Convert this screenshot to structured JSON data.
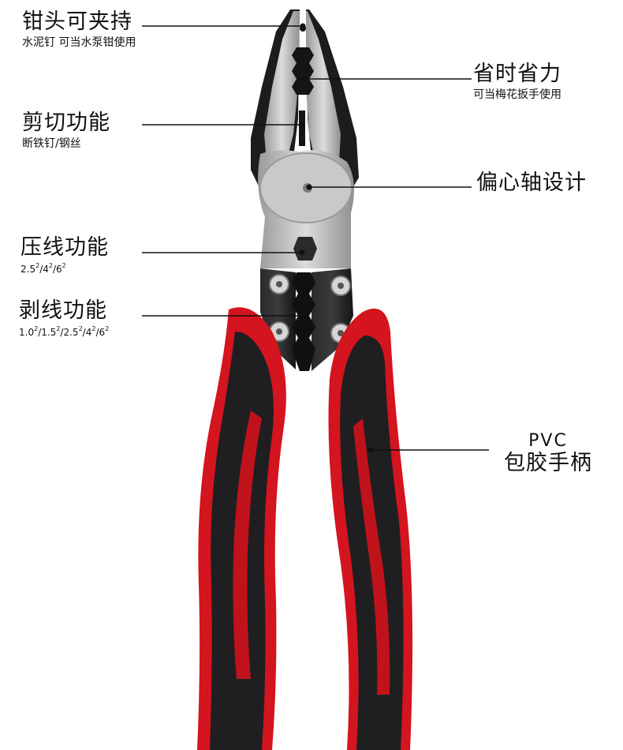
{
  "colors": {
    "red": "#d4141e",
    "dark_red": "#8e0e14",
    "black": "#1a1a1c",
    "steel": "#bdbdbd",
    "steel_dark": "#8a8a8a",
    "line": "#111111"
  },
  "labels": {
    "tip_clamp": {
      "title": "钳头可夹持",
      "sub": "水泥钉 可当水泵钳使用"
    },
    "save_effort": {
      "title": "省时省力",
      "sub": "可当梅花扳手使用"
    },
    "cutting": {
      "title": "剪切功能",
      "sub": "断铁钉/钢丝"
    },
    "eccentric": {
      "title": "偏心轴设计"
    },
    "crimping": {
      "title": "压线功能",
      "sub_base": "2.5",
      "sub_mid1": "/4",
      "sub_mid2": "/6",
      "sup": "2"
    },
    "stripping": {
      "title": "剥线功能",
      "sub_a": "1.0",
      "sub_b": "/1.5",
      "sub_c": "/2.5",
      "sub_d": "/4",
      "sub_e": "/6",
      "sup": "2"
    },
    "pvc": {
      "line1": "PVC",
      "line2": "包胶手柄"
    }
  }
}
